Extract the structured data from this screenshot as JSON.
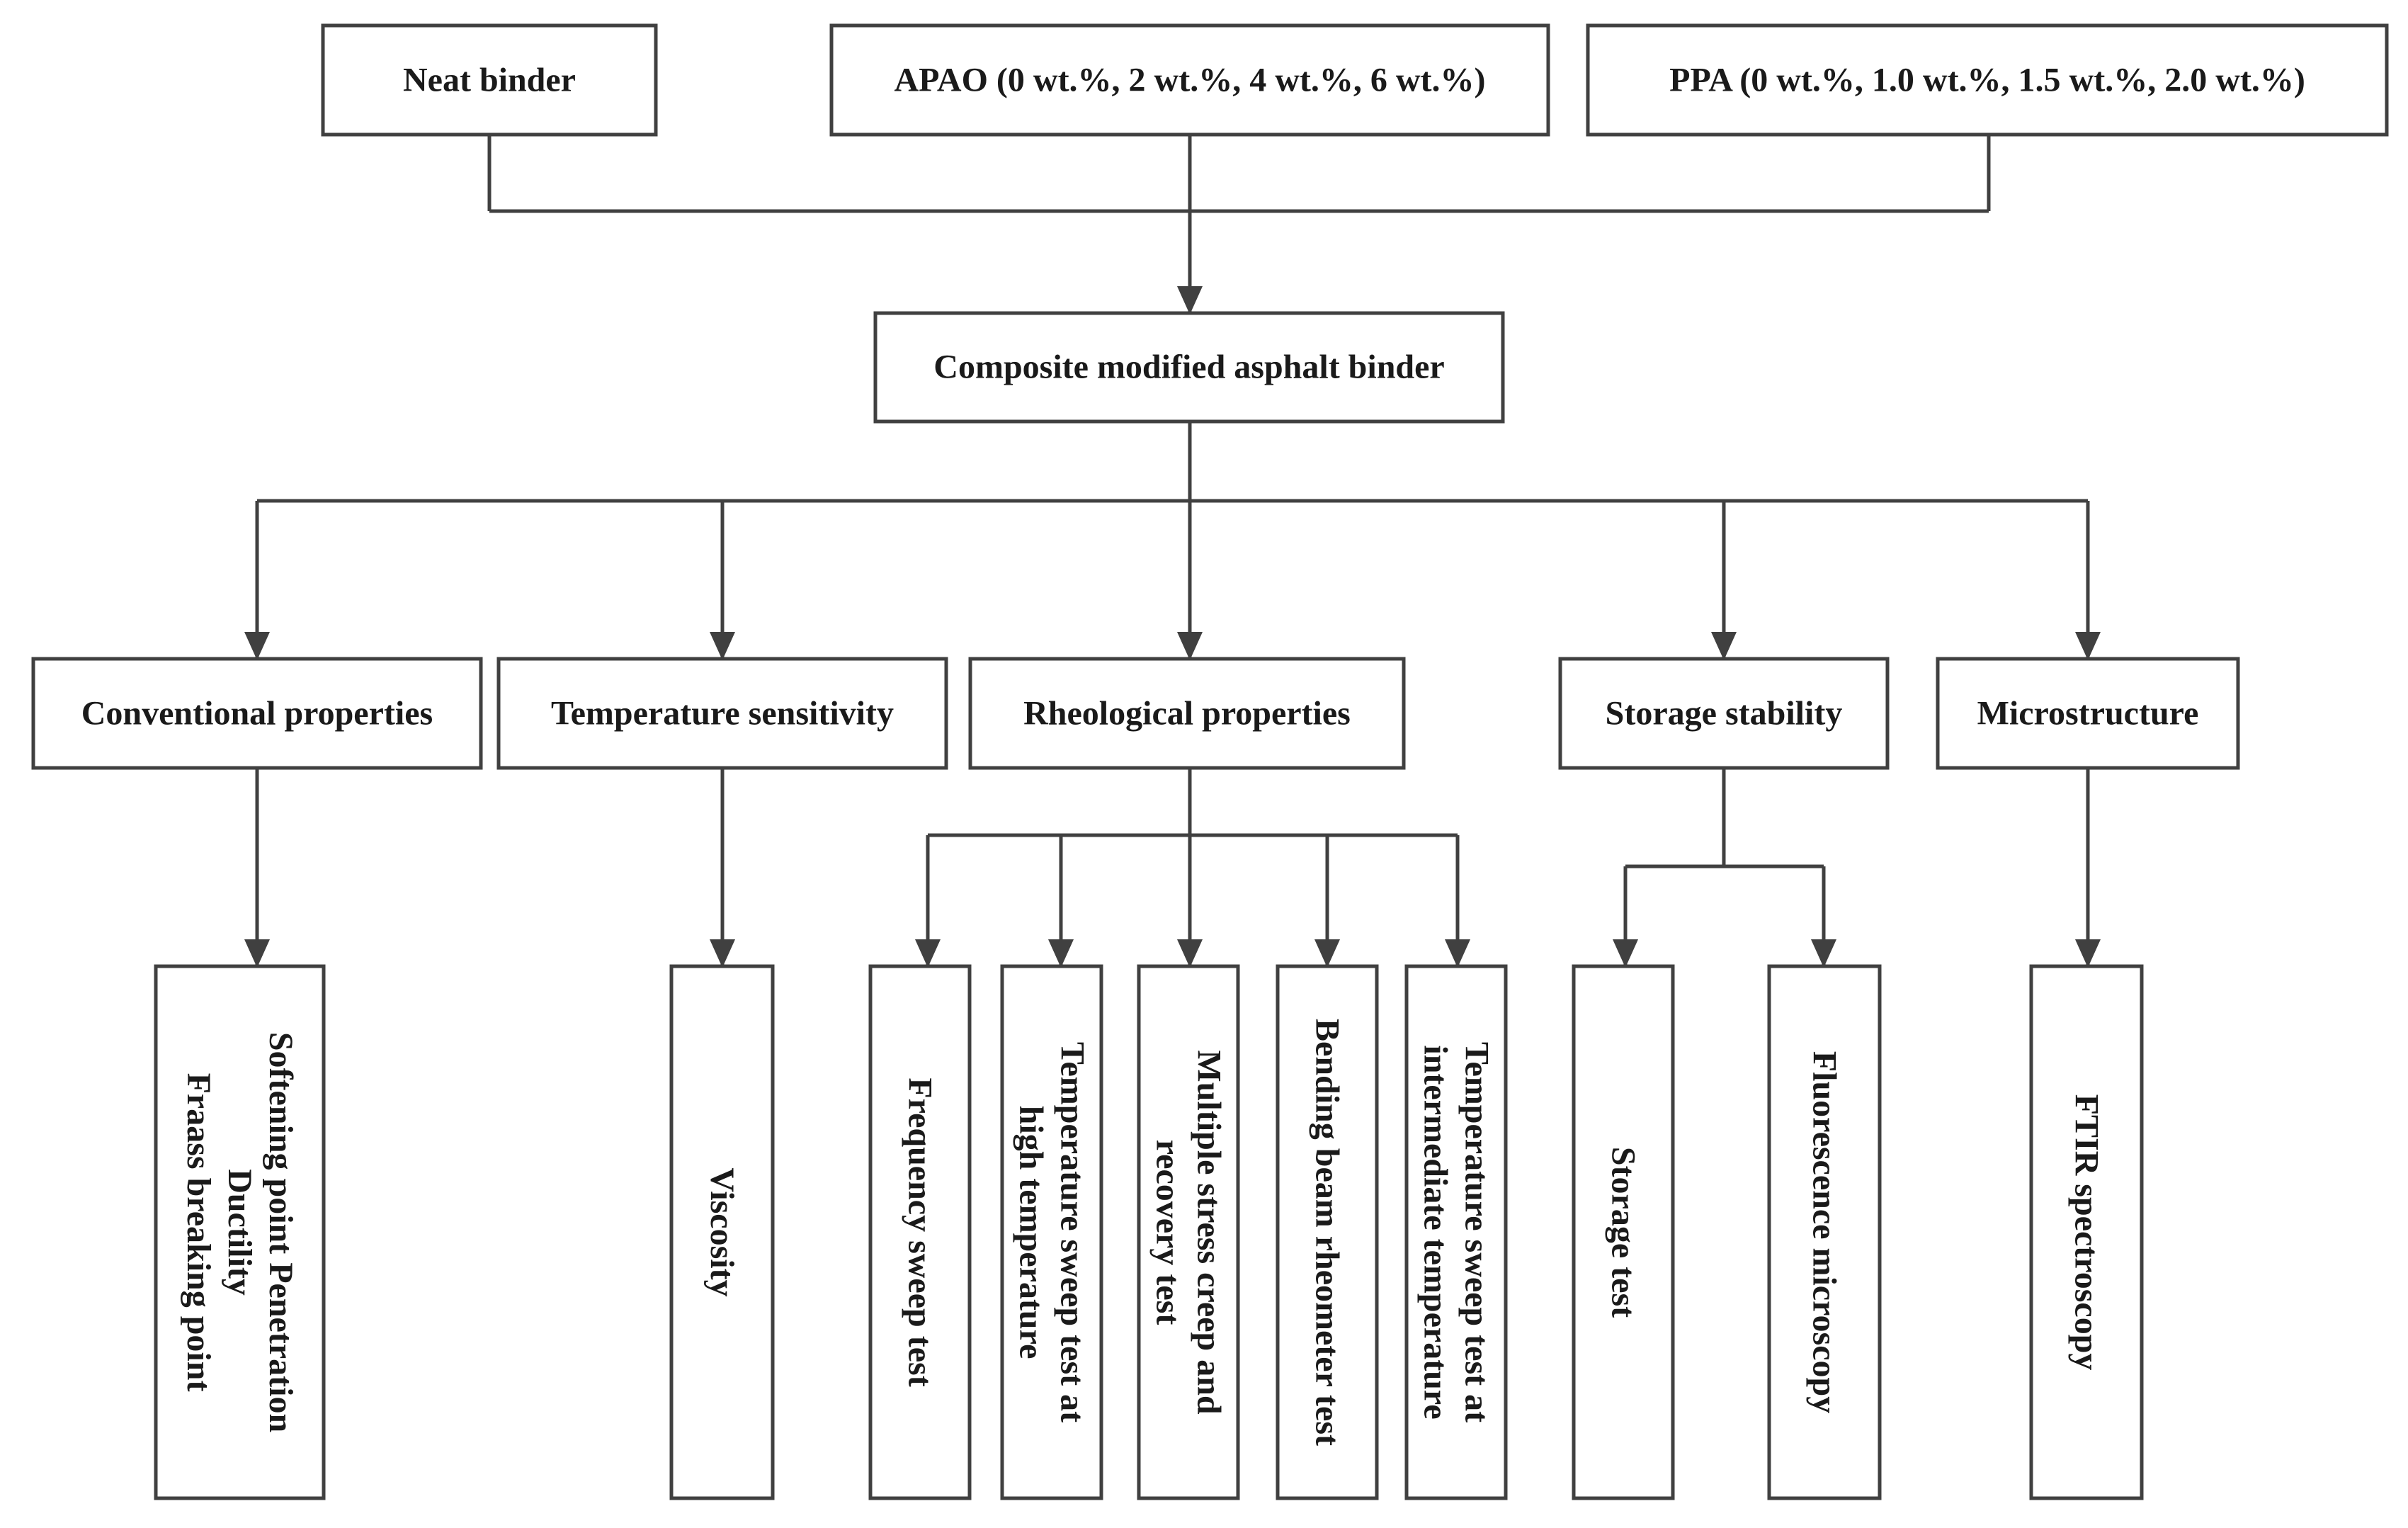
{
  "colors": {
    "line": "#404040",
    "text": "#1a1a1a",
    "background": "#ffffff"
  },
  "inputs": {
    "neat": "Neat binder",
    "apao": "APAO (0 wt.%, 2 wt.%, 4 wt.%, 6 wt.%)",
    "ppa": "PPA (0 wt.%, 1.0 wt.%, 1.5 wt.%, 2.0 wt.%)"
  },
  "composite": "Composite modified asphalt binder",
  "categories": {
    "conventional": "Conventional properties",
    "temperature": "Temperature sensitivity",
    "rheological": "Rheological properties",
    "storage": "Storage stability",
    "microstructure": "Microstructure"
  },
  "tests": {
    "conventional": [
      "Softening point Penetration",
      "Ductility",
      "Fraass breaking point"
    ],
    "temperature": [
      "Viscosity"
    ],
    "frequency": [
      "Frequency sweep test"
    ],
    "temp_high": [
      "Temperature sweep test at",
      "high temperature"
    ],
    "mscr": [
      "Multiple stress creep and",
      "recovery test"
    ],
    "bbr": [
      "Bending beam rheometer test"
    ],
    "temp_intermediate": [
      "Temperature sweep test at",
      "intermediate temperature"
    ],
    "storage": [
      "Storage test"
    ],
    "fluorescence": [
      "Fluorescence microscopy"
    ],
    "ftir": [
      "FTIR spectroscopy"
    ]
  }
}
